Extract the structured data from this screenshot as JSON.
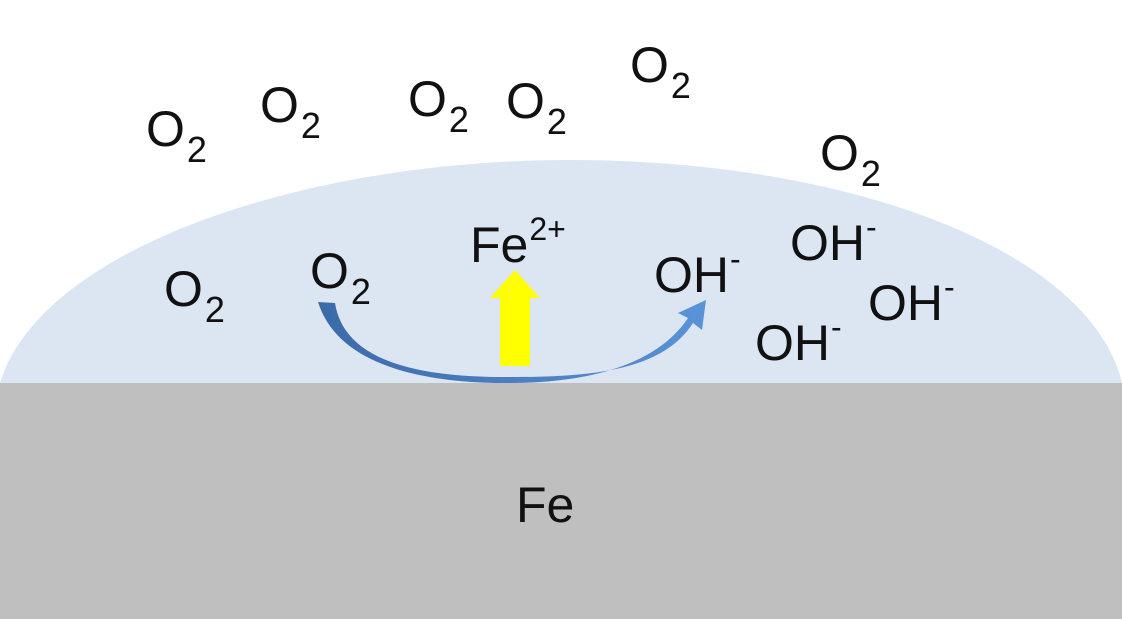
{
  "colors": {
    "background": "#ffffff",
    "droplet": "#dce6f2",
    "metal": "#bfbfbf",
    "arrow_left": "#3c6aa8",
    "arrow_right": "#5a93d8",
    "arrow_up": "#ffff00",
    "text": "#111111"
  },
  "metal": {
    "label": "Fe"
  },
  "oxygen": {
    "base": "O",
    "subscript": "2",
    "labels": [
      "O2",
      "O2",
      "O2",
      "O2",
      "O2",
      "O2",
      "O2",
      "O2"
    ]
  },
  "iron_ion": {
    "base": "Fe",
    "superscript": "2+"
  },
  "hydroxide": {
    "base": "OH",
    "superscript": "-",
    "labels": [
      "OH-",
      "OH-",
      "OH-",
      "OH-"
    ]
  },
  "arrows": {
    "reduction_arrow_icon": "curved-arrow-icon",
    "dissolution_arrow_icon": "up-arrow-icon"
  }
}
